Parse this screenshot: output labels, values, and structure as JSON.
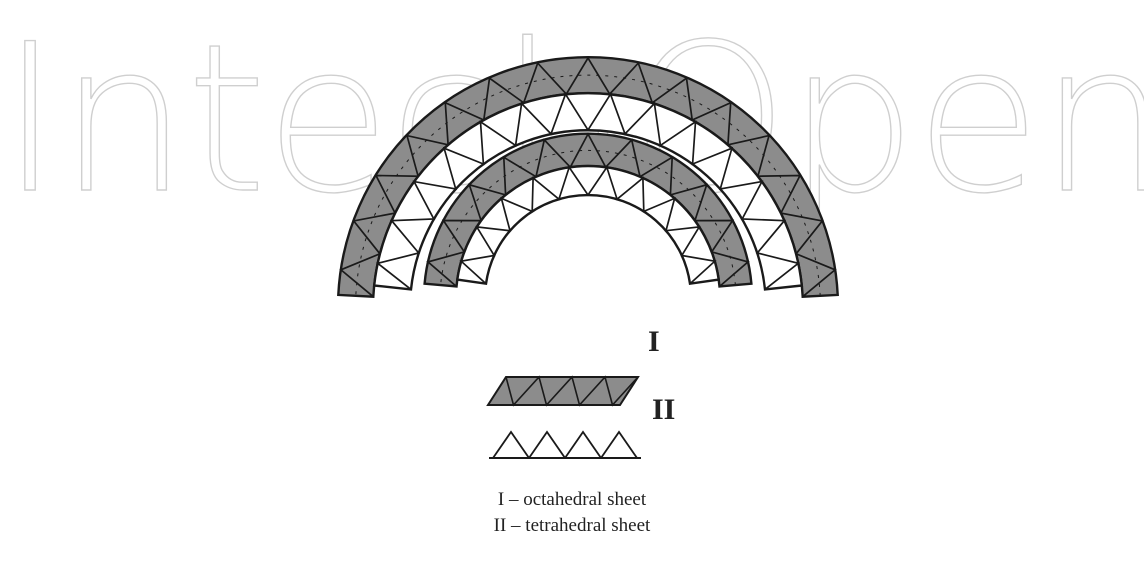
{
  "watermark": {
    "text": "IntechOpen"
  },
  "labels": {
    "sheet_one": "I",
    "sheet_two": "II"
  },
  "captions": {
    "line1": "I – octahedral sheet",
    "line2": "II – tetrahedral sheet"
  },
  "colors": {
    "octahedral_fill": "#8c8c8c",
    "tetrahedral_fill": "#ffffff",
    "stroke": "#1a1a1a"
  }
}
